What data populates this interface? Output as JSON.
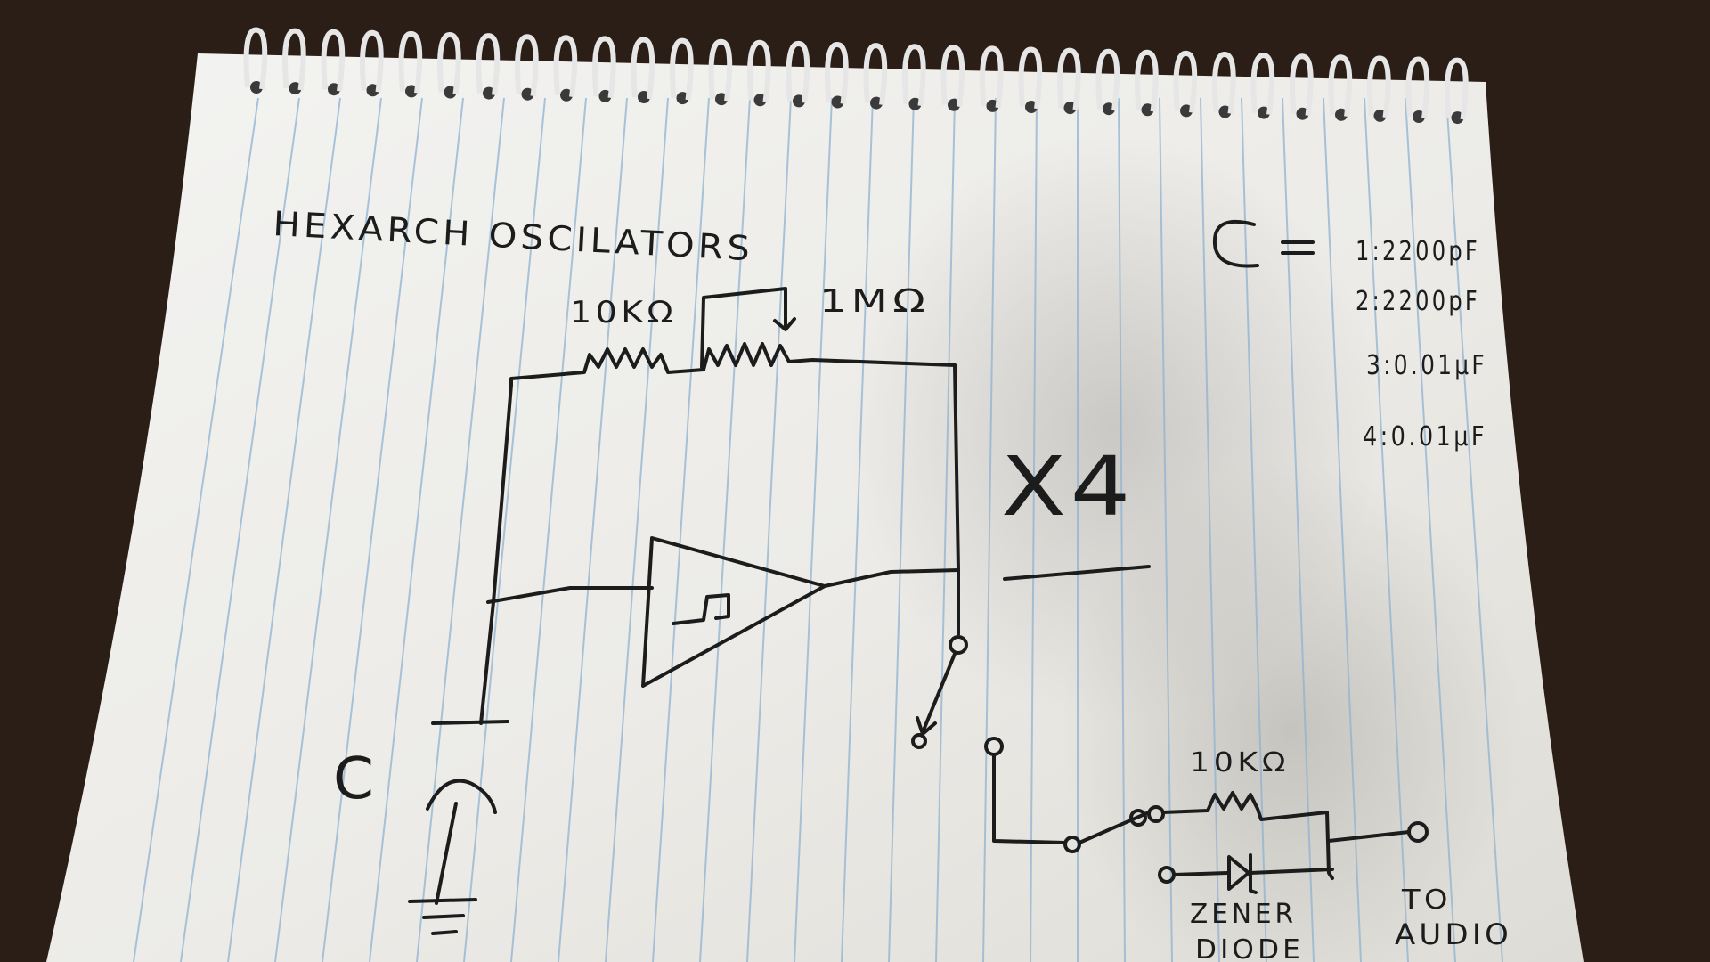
{
  "notebook": {
    "title": "HEXARCH OSCILATORS",
    "multiplier": "X4",
    "capacitor_heading": "C =",
    "capacitor_values": [
      "1:2200pF",
      "2:2200pF",
      "3:0.01μF",
      "4:0.01μF"
    ]
  },
  "schematic": {
    "resistor_feedback_label": "10KΩ",
    "potentiometer_label": "1MΩ",
    "capacitor_label": "C",
    "output_resistor_label": "10KΩ",
    "zener_label_line1": "ZENER",
    "zener_label_line2": "DIODE",
    "output_label_line1": "TO",
    "output_label_line2": "AUDIO"
  }
}
